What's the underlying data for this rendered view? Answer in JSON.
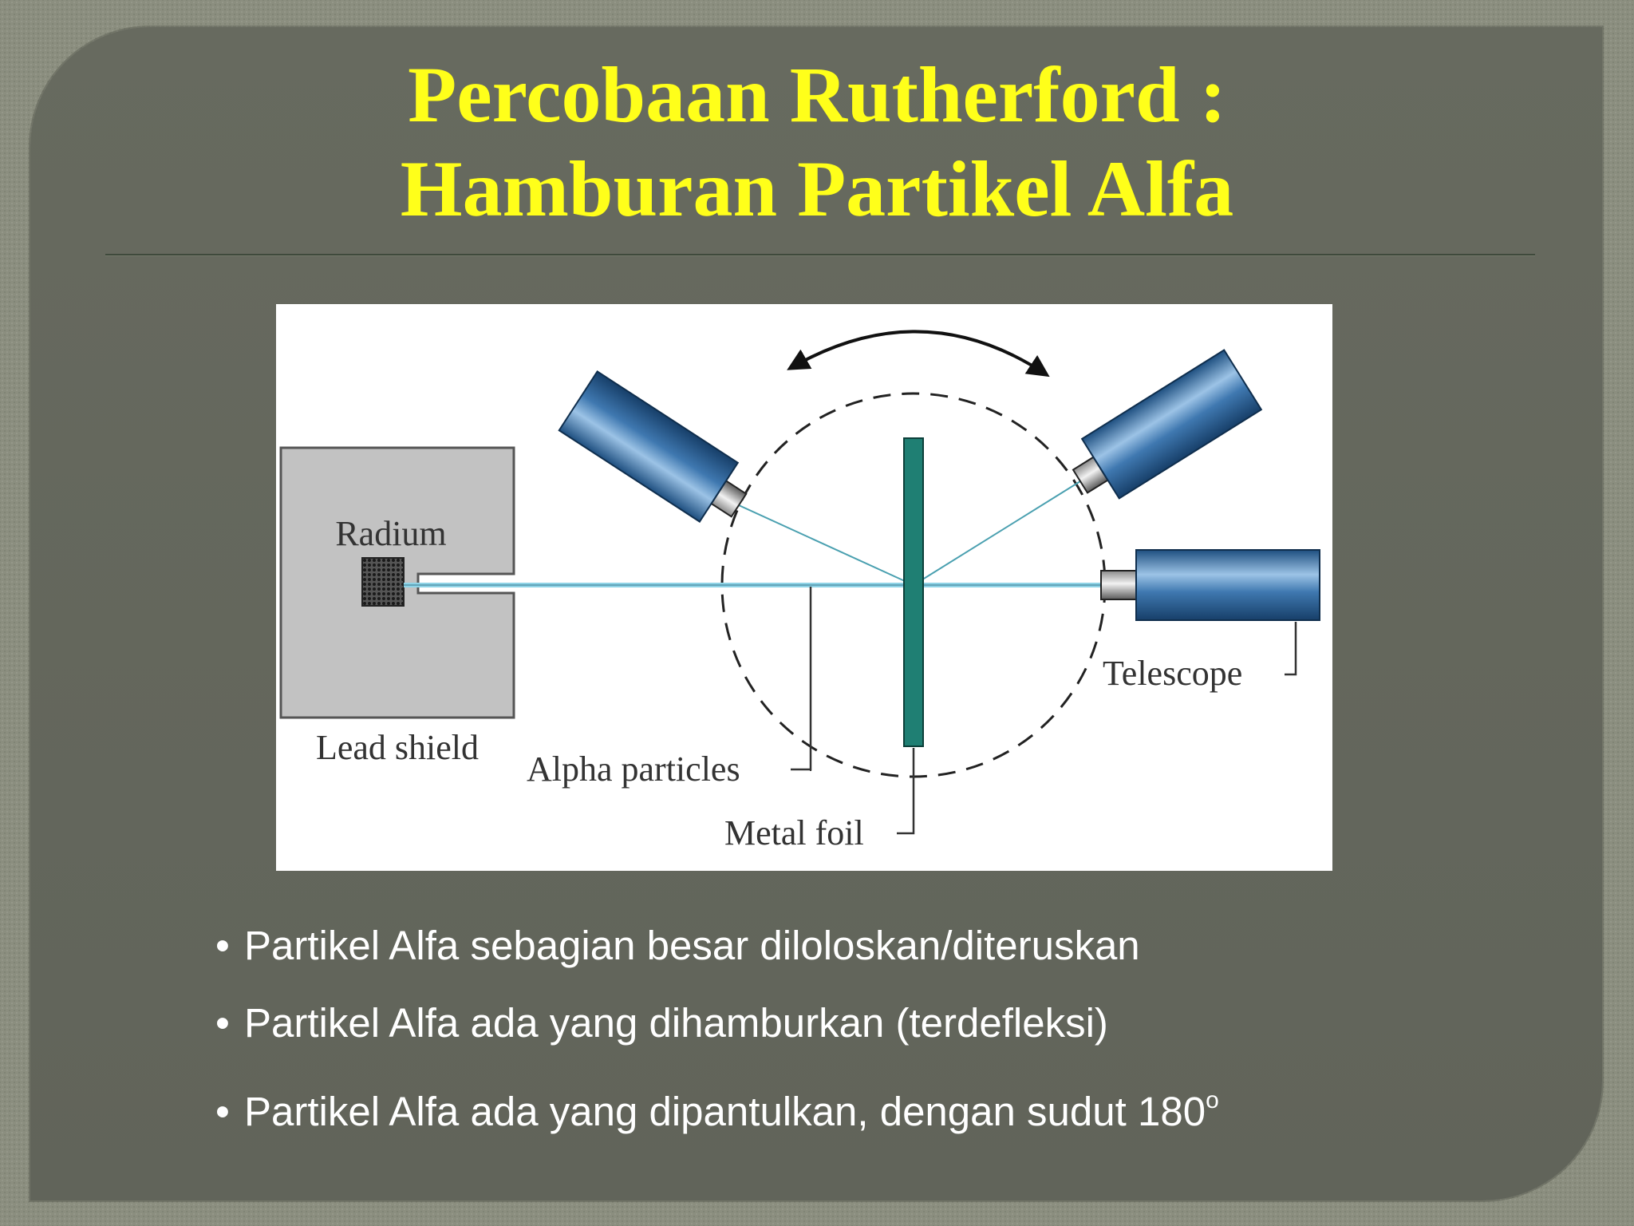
{
  "slide": {
    "title_line1": "Percobaan Rutherford :",
    "title_line2": "Hamburan Partikel Alfa"
  },
  "diagram": {
    "labels": {
      "radium": "Radium",
      "lead_shield": "Lead shield",
      "alpha_particles": "Alpha particles",
      "metal_foil": "Metal foil",
      "telescope": "Telescope"
    },
    "colors": {
      "beam": "#8fd3e6",
      "foil": "#1f7f73",
      "telescope_body": "#3a72a8",
      "shield": "#c2c2c2"
    }
  },
  "bullets": [
    {
      "bullet": "•",
      "text": "Partikel Alfa sebagian besar diloloskan/diteruskan",
      "sup": ""
    },
    {
      "bullet": "•",
      "text": "Partikel Alfa ada yang dihamburkan (terdefleksi)",
      "sup": ""
    },
    {
      "bullet": "•",
      "text": "Partikel Alfa ada yang dipantulkan, dengan sudut 180",
      "sup": "o"
    }
  ],
  "colors": {
    "title": "#ffff1a",
    "slide_bg": "#656859",
    "bullet_text": "#ffffff"
  }
}
